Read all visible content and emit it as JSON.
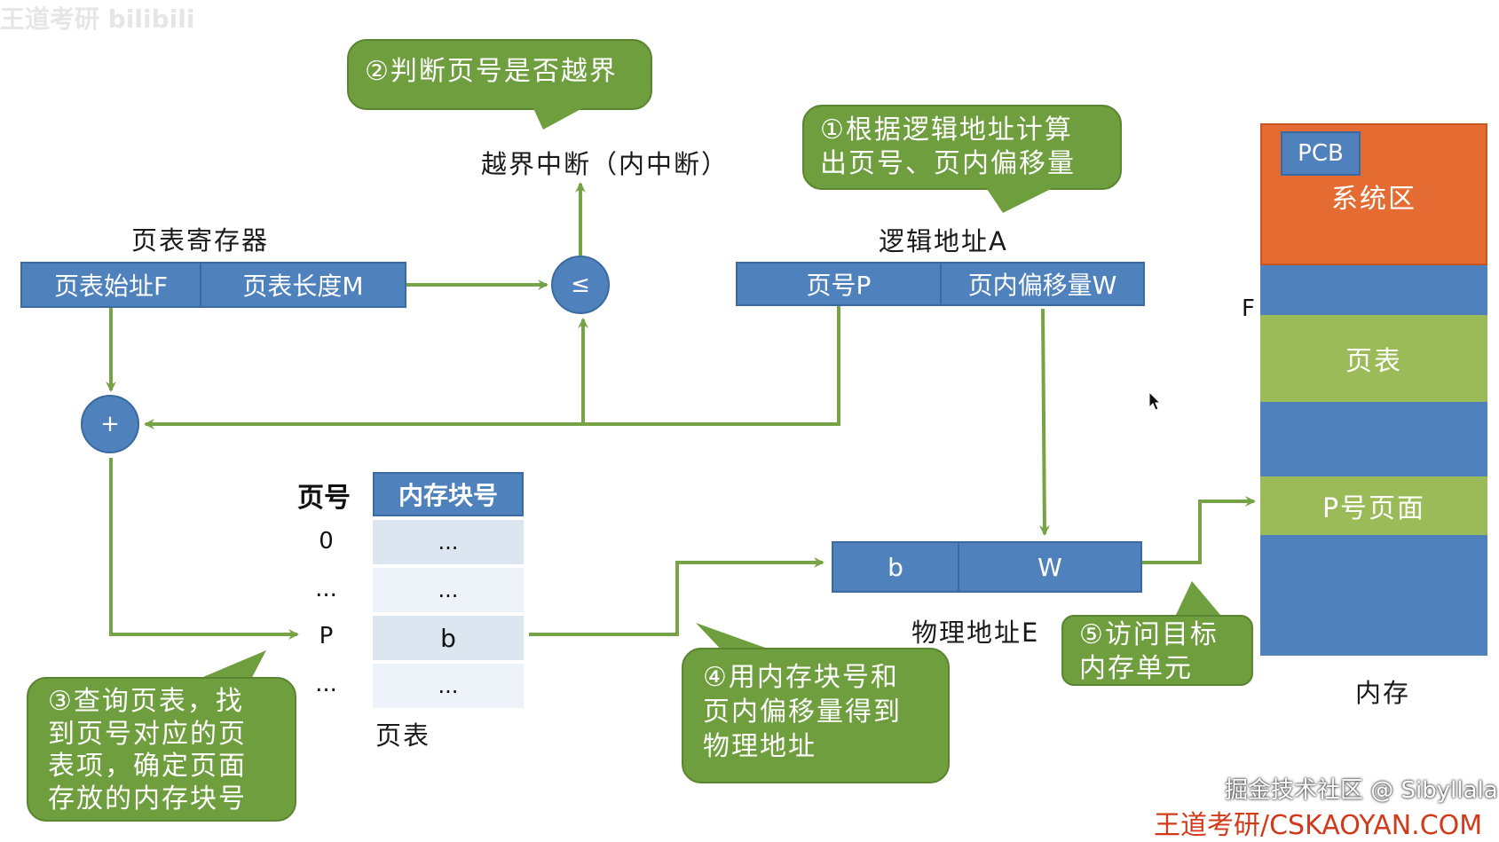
{
  "top_watermark": "王道考研 bilibili",
  "callouts": {
    "c1": "①根据逻辑地址计算\n出页号、页内偏移量",
    "c2": "②判断页号是否越界",
    "c3": "③查询页表，找\n到页号对应的页\n表项，确定页面\n存放的内存块号",
    "c4": "④用内存块号和\n页内偏移量得到\n物理地址",
    "c5": "⑤访问目标\n内存单元"
  },
  "interrupt_label": "越界中断（内中断）",
  "page_table_register": {
    "title": "页表寄存器",
    "start_addr": "页表始址F",
    "length": "页表长度M"
  },
  "compare_symbol": "≤",
  "add_symbol": "+",
  "logical_address": {
    "title": "逻辑地址A",
    "page_no": "页号P",
    "offset": "页内偏移量W"
  },
  "page_table": {
    "col_page_no": "页号",
    "col_block_no": "内存块号",
    "rows": [
      {
        "page": "0",
        "block": "..."
      },
      {
        "page": "...",
        "block": "..."
      },
      {
        "page": "P",
        "block": "b"
      },
      {
        "page": "...",
        "block": "..."
      }
    ],
    "caption": "页表"
  },
  "physical_address": {
    "block": "b",
    "offset": "W",
    "caption": "物理地址E"
  },
  "memory": {
    "pcb": "PCB",
    "system_area": "系统区",
    "f_marker": "F",
    "page_table": "页表",
    "p_page": "P号页面",
    "caption": "内存"
  },
  "watermark_community": "掘金技术社区 @ Sibyllala",
  "watermark_site": "王道考研/CSKAOYAN.COM",
  "colors": {
    "box_blue": "#4f81bd",
    "callout_green": "#6f9e3e",
    "arrow_green": "#77a347",
    "system_orange": "#e46c32",
    "page_green": "#9bbb59"
  }
}
